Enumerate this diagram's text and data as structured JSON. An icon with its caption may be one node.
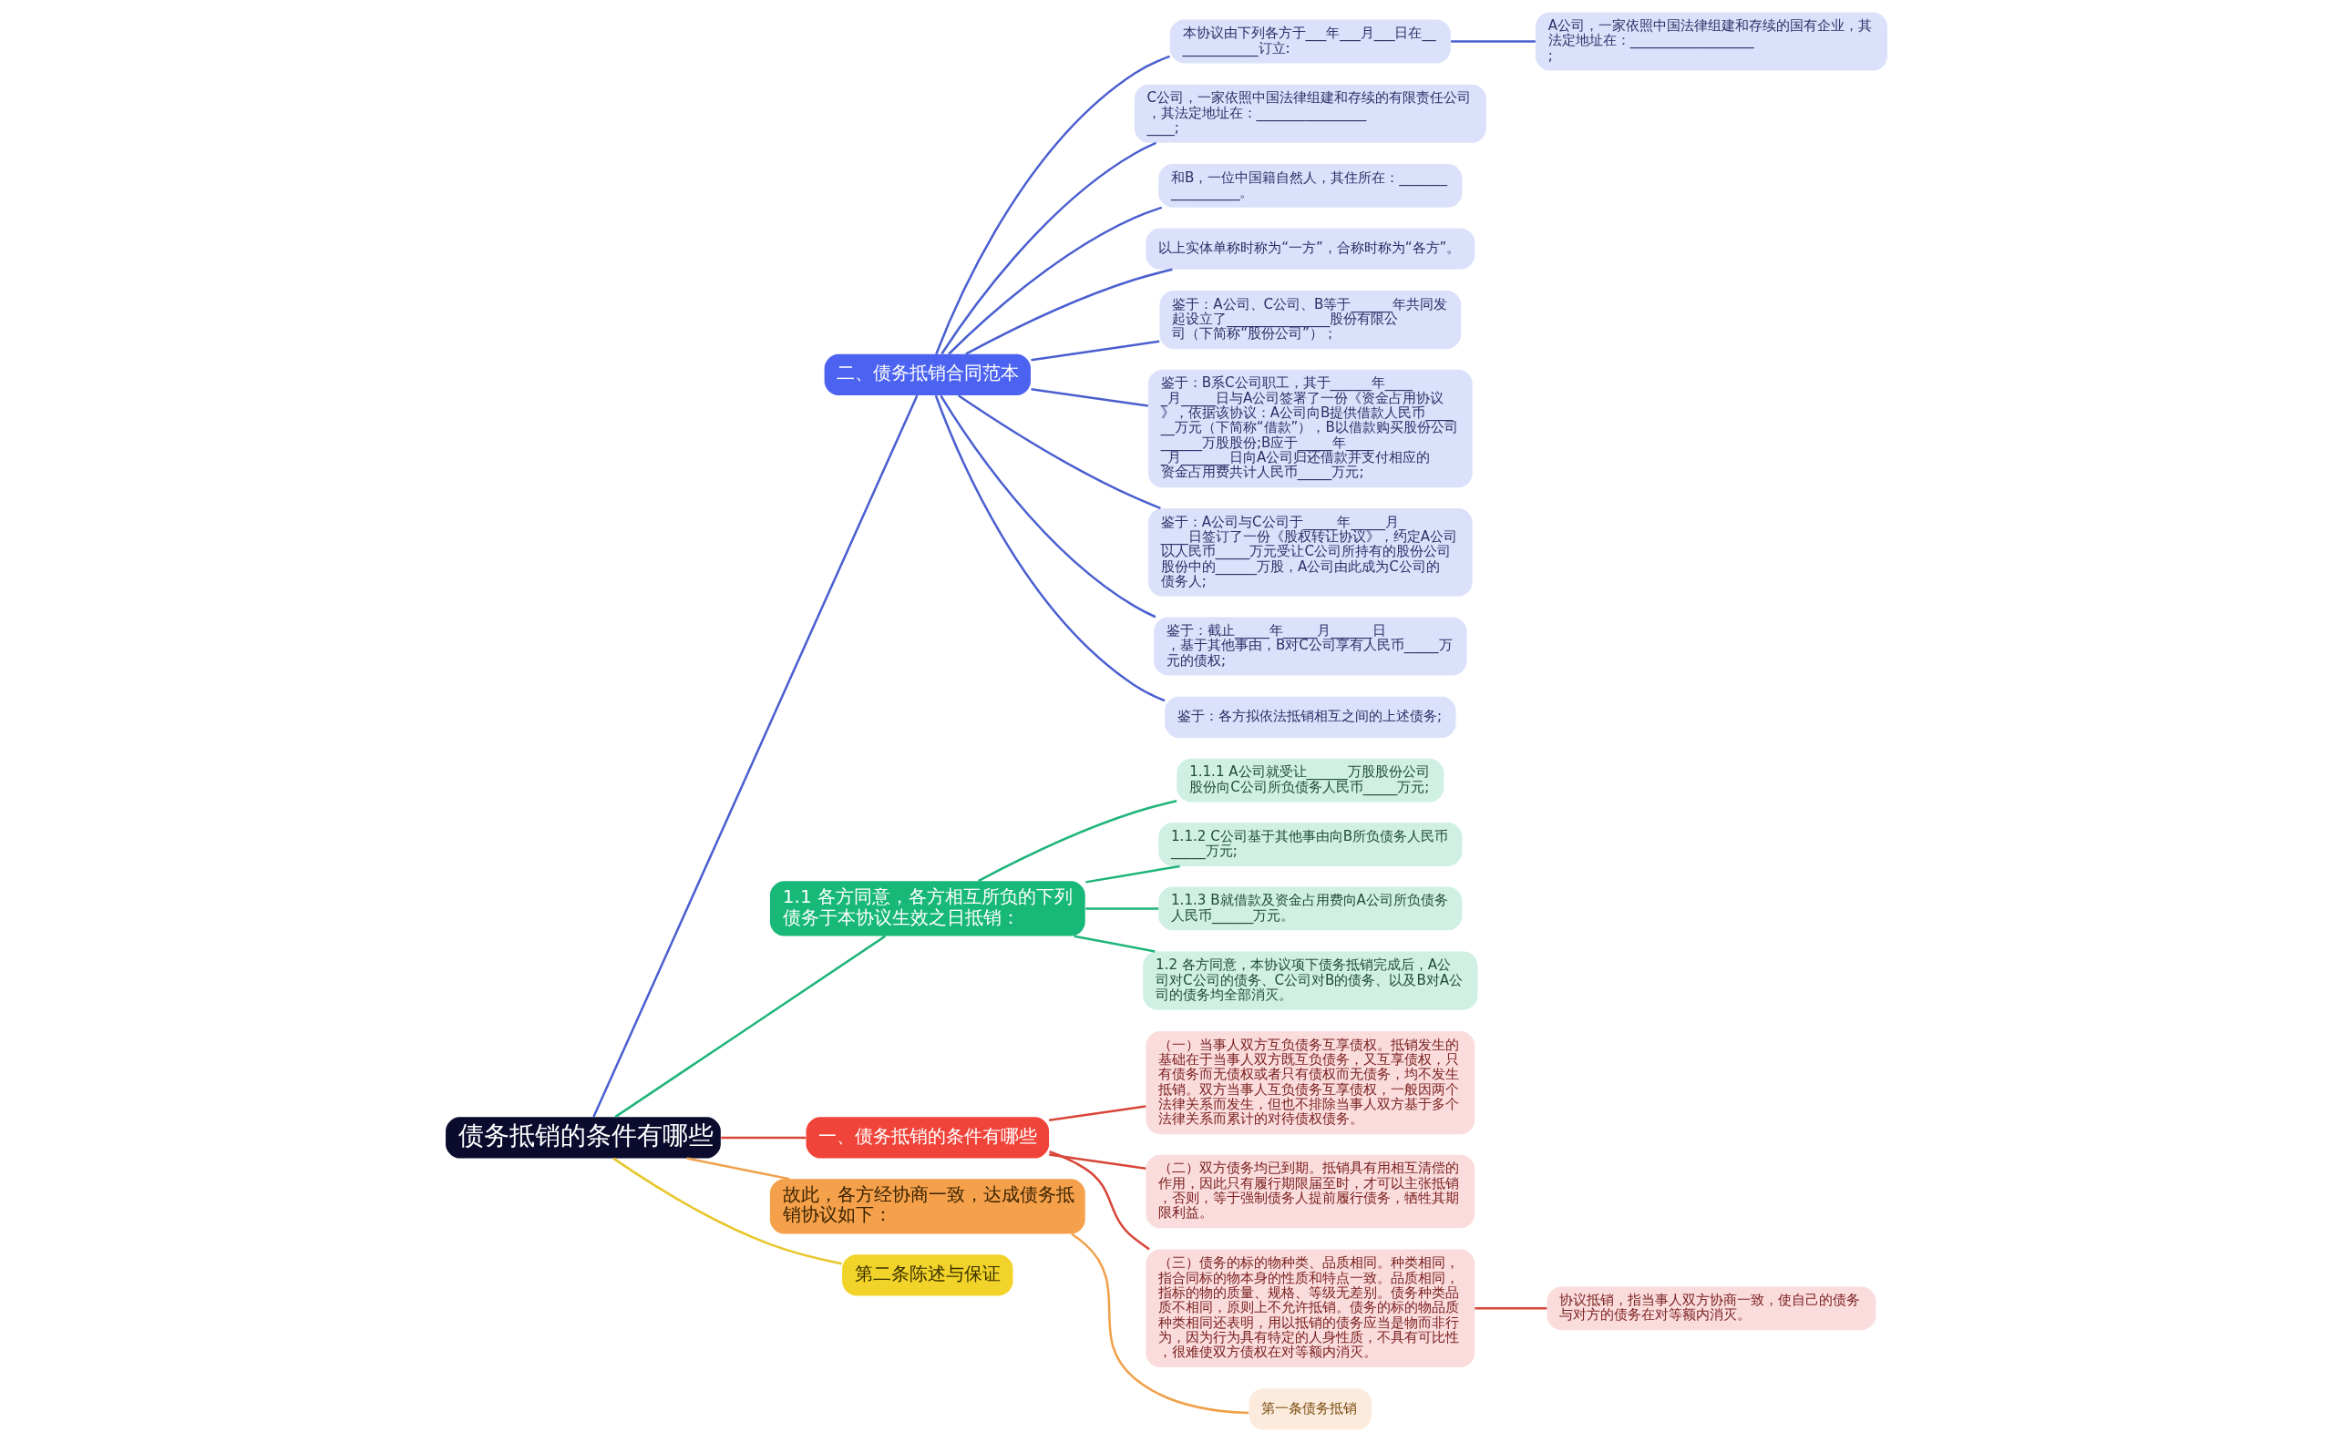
{
  "diagram": {
    "nodes": [
      {
        "text": [
          "债务抵销的条件有哪些"
        ]
      },
      {
        "text": [
          "二、债务抵销合同范本"
        ]
      },
      {
        "text": [
          "本协议由下列各方于___年___月___日在_____________订立:"
        ]
      },
      {
        "text": [
          "A公司，一家依照中国法律组建和存续的国有企业，其法定地址在：__________________;"
        ]
      },
      {
        "text": [
          "C公司，一家依照中国法律组建和存续的有限责任公司，其法定地址在：____________________;"
        ]
      },
      {
        "text": [
          "和B，一位中国籍自然人，其住所在：_________________。"
        ]
      },
      {
        "text": [
          "以上实体单称时称为“一方”，合称时称为“各方”。"
        ]
      },
      {
        "text": [
          "鉴于：A公司、C公司、B等于______年共同发起设立了_______________股份有限公司（下简称“股份公司”）；"
        ]
      },
      {
        "text": [
          "鉴于：B系C公司职工，其于______年_____月_____日与A公司签署了一份《资金占用协议》，依据该协议：A公司向B提供借款人民币______万元（下简称“借款”），B以借款购买股份公司______万股股份;B应于_____年_____月_______日向A公司归还借款并支付相应的资金占用费共计人民币_____万元;"
        ]
      },
      {
        "text": [
          "鉴于：A公司与C公司于_____年_____月_____日签订了一份《股权转让协议》，约定A公司以人民币_____万元受让C公司所持有的股份公司股份中的______万股，A公司由此成为C公司的债务人;"
        ]
      },
      {
        "text": [
          "鉴于：截止_____年_____月______日，基于其他事由，B对C公司享有人民币_____万元的债权;"
        ]
      },
      {
        "text": [
          "鉴于：各方拟依法抵销相互之间的上述债务;"
        ]
      },
      {
        "text": [
          "1.1 各方同意，各方相互所负的下列债务于本协议生效之日抵销："
        ]
      },
      {
        "text": [
          "1.1.1 A公司就受让______万股股份公司股份向C公司所负债务人民币_____万元;"
        ]
      },
      {
        "text": [
          "1.1.2 C公司基于其他事由向B所负债务人民币_____万元;"
        ]
      },
      {
        "text": [
          "1.1.3 B就借款及资金占用费向A公司所负债务人民币______万元。"
        ]
      },
      {
        "text": [
          "1.2 各方同意，本协议项下债务抵销完成后，A公司对C公司的债务、C公司对B的债务、以及B对A公司的债务均全部消灭。"
        ]
      },
      {
        "text": [
          "一、债务抵销的条件有哪些"
        ]
      },
      {
        "text": [
          "（一）当事人双方互负债务互享债权。抵销发生的基础在于当事人双方既互负债务，又互享债权，只有债务而无债权或者只有债权而无债务，均不发生抵销。双方当事人互负债务互享债权，一般因两个法律关系而发生，但也不排除当事人双方基于多个法律关系而累计的对待债权债务。"
        ]
      },
      {
        "text": [
          "（二）双方债务均已到期。抵销具有用相互清偿的作用，因此只有履行期限届至时，才可以主张抵销，否则，等于强制债务人提前履行债务，牺牲其期限利益。"
        ]
      },
      {
        "text": [
          "（三）债务的标的物种类、品质相同。种类相同，指合同标的物本身的性质和特点一致。品质相同，指标的物的质量、规格、等级无差别。债务种类品质不相同，原则上不允许抵销。债务的标的物品质种类相同还表明，用以抵销的债务应当是物而非行为，因为行为具有特定的人身性质，不具有可比性，很难使双方债权在对等额内消灭。"
        ]
      },
      {
        "text": [
          "协议抵销，指当事人双方协商一致，使自己的债务与对方的债务在对等额内消灭。"
        ]
      },
      {
        "text": [
          "故此，各方经协商一致，达成债务抵销协议如下："
        ]
      },
      {
        "text": [
          "第一条债务抵销"
        ]
      },
      {
        "text": [
          "第二条陈述与保证"
        ]
      }
    ],
    "edges": [
      {
        "from": 0,
        "to": 1,
        "arrow": "none"
      },
      {
        "from": 1,
        "to": 2,
        "arrow": "none"
      },
      {
        "from": 2,
        "to": 3,
        "arrow": "none"
      },
      {
        "from": 1,
        "to": 4,
        "arrow": "none"
      },
      {
        "from": 1,
        "to": 5,
        "arrow": "none"
      },
      {
        "from": 1,
        "to": 6,
        "arrow": "none"
      },
      {
        "from": 1,
        "to": 7,
        "arrow": "none"
      },
      {
        "from": 1,
        "to": 8,
        "arrow": "none"
      },
      {
        "from": 1,
        "to": 9,
        "arrow": "none"
      },
      {
        "from": 1,
        "to": 10,
        "arrow": "none"
      },
      {
        "from": 1,
        "to": 11,
        "arrow": "none"
      },
      {
        "from": 0,
        "to": 12,
        "arrow": "none",
        "color": "#1fb57a"
      },
      {
        "from": 12,
        "to": 13,
        "arrow": "none",
        "color": "#1fb57a"
      },
      {
        "from": 12,
        "to": 14,
        "arrow": "none",
        "color": "#1fb57a"
      },
      {
        "from": 12,
        "to": 15,
        "arrow": "none",
        "color": "#1fb57a"
      },
      {
        "from": 12,
        "to": 16,
        "arrow": "none",
        "color": "#1fb57a"
      },
      {
        "from": 0,
        "to": 17,
        "arrow": "none",
        "color": "#d9463a"
      },
      {
        "from": 17,
        "to": 18,
        "arrow": "none",
        "color": "#d9463a"
      },
      {
        "from": 17,
        "to": 19,
        "arrow": "none",
        "color": "#d9463a"
      },
      {
        "from": 17,
        "to": 20,
        "arrow": "none",
        "color": "#d9463a"
      },
      {
        "from": 20,
        "to": 21,
        "arrow": "none",
        "color": "#d9463a"
      },
      {
        "from": 0,
        "to": 22,
        "arrow": "none",
        "color": "#f0a04a"
      },
      {
        "from": 22,
        "to": 23,
        "arrow": "none",
        "color": "#f0a04a"
      },
      {
        "from": 0,
        "to": 24,
        "arrow": "none",
        "color": "#e8c62a"
      }
    ]
  }
}
